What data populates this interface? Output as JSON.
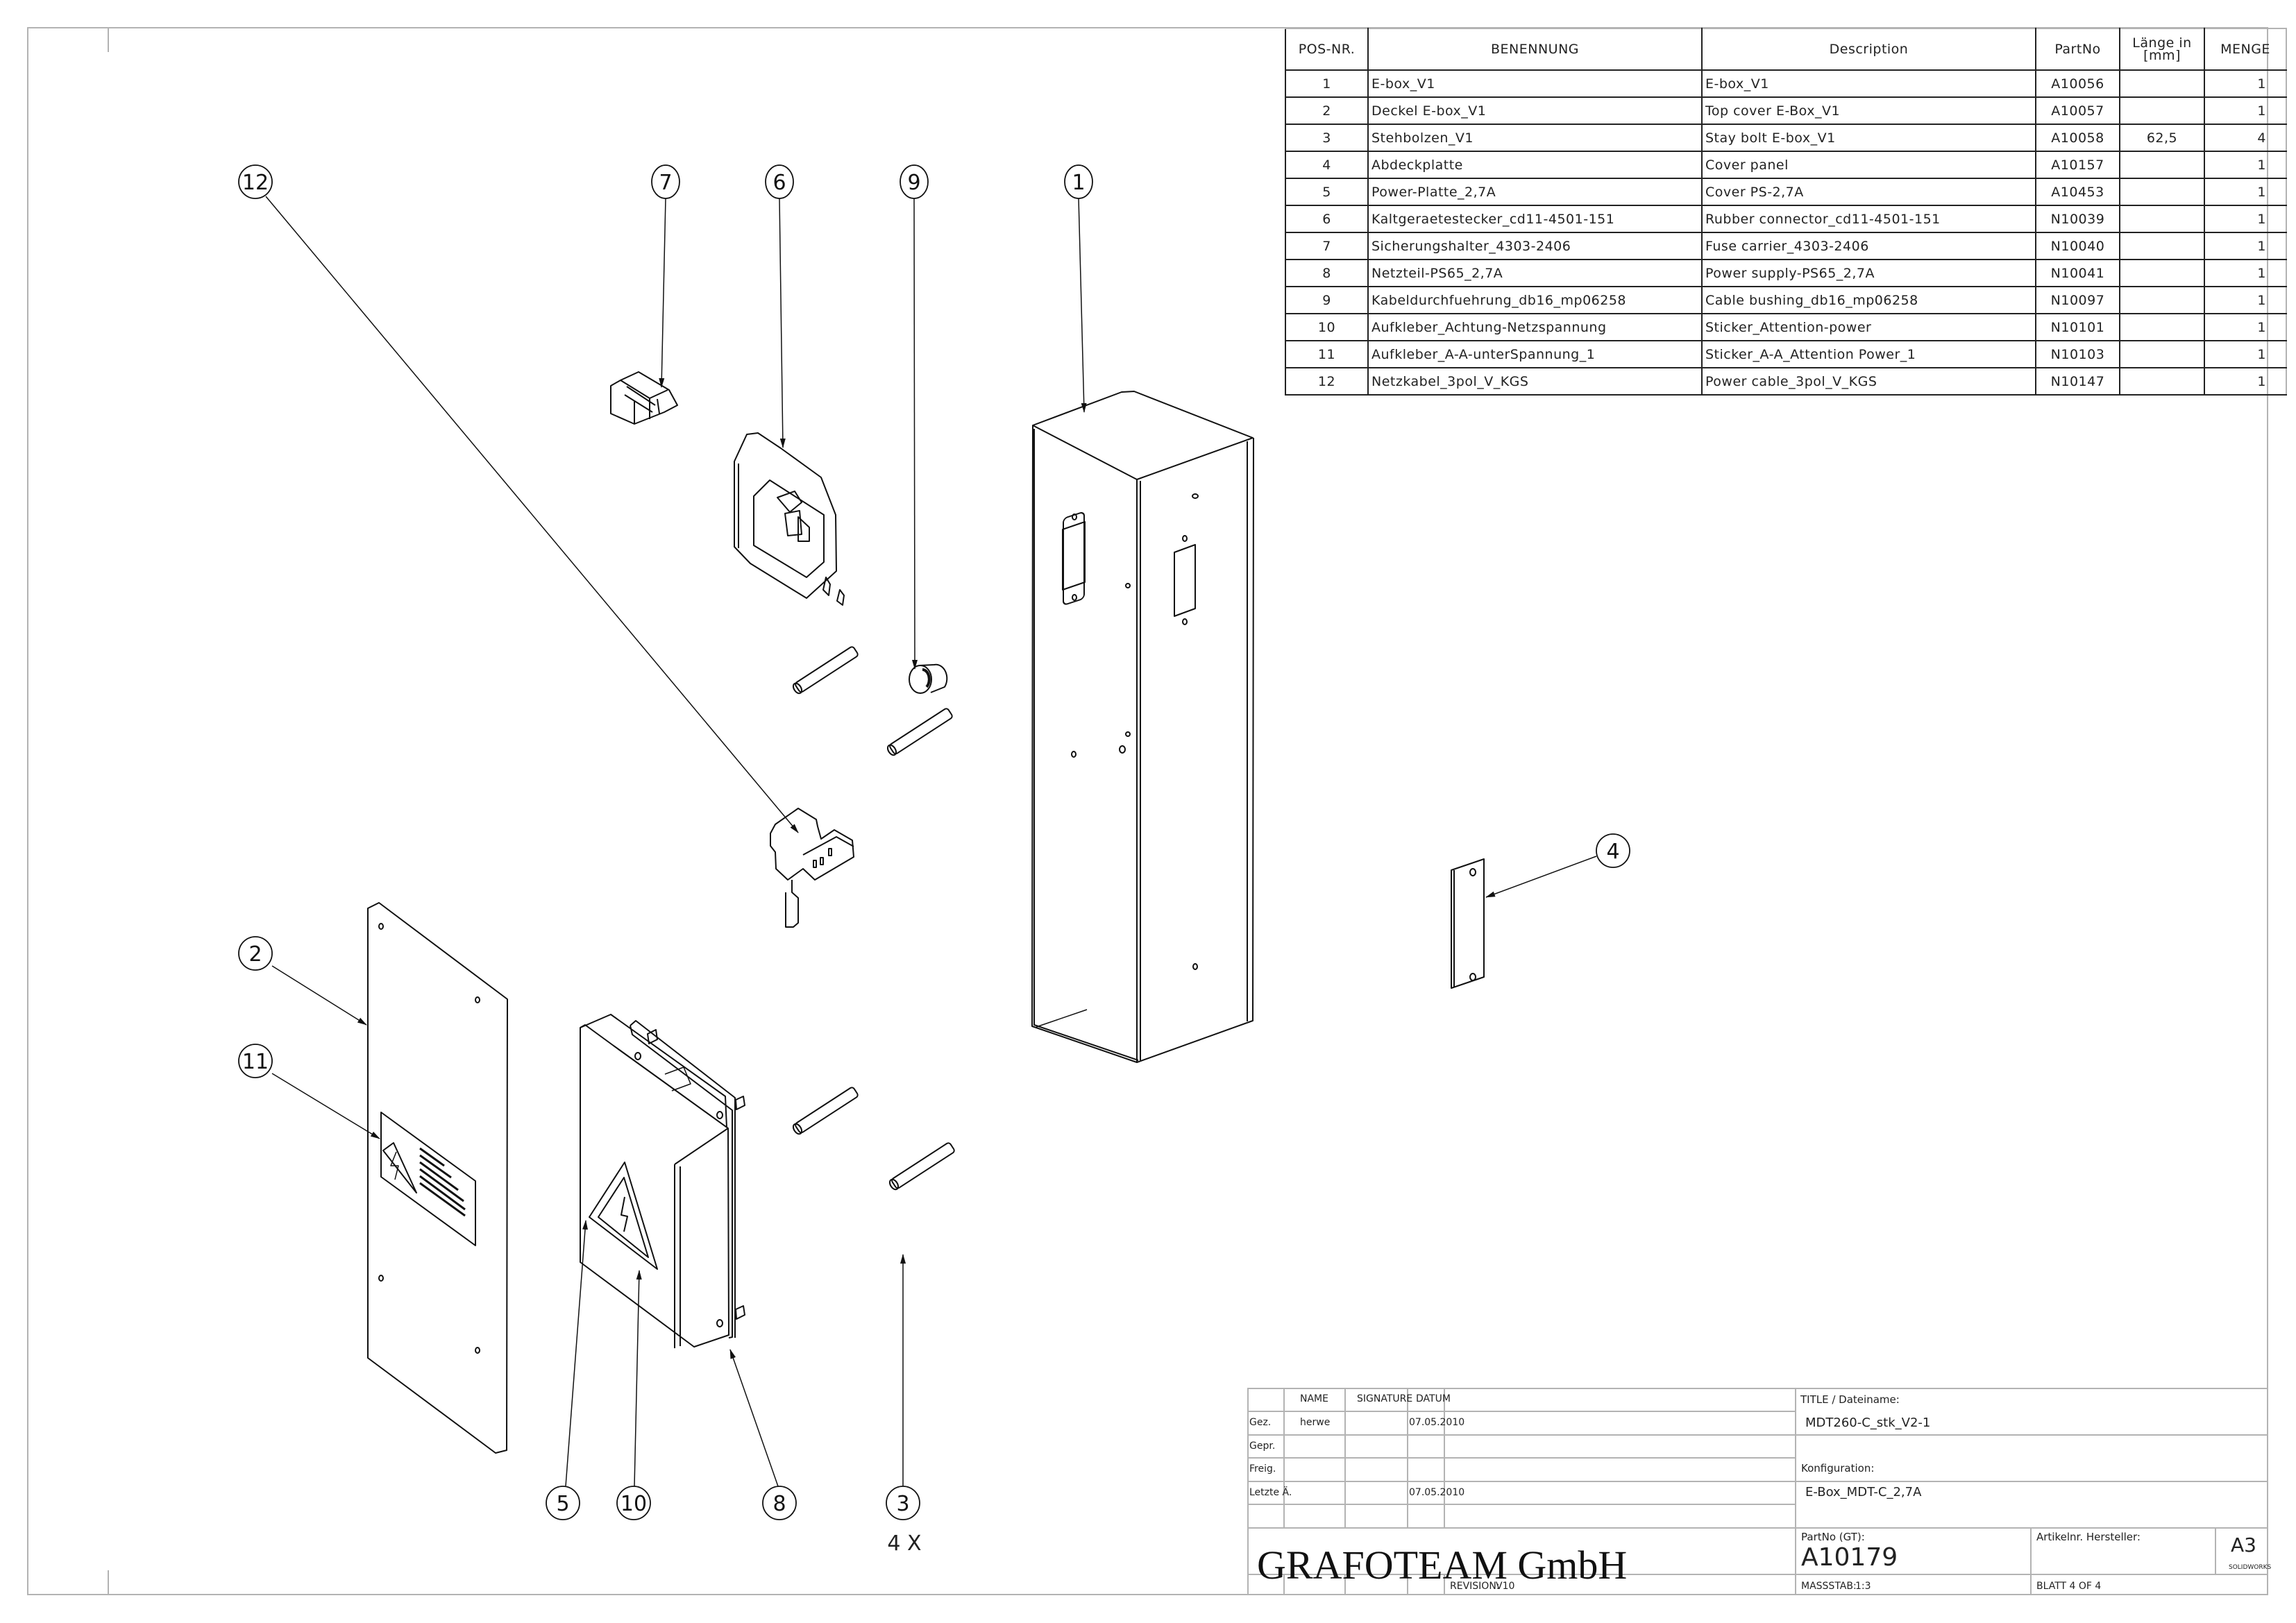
{
  "drawing": {
    "type": "exploded-assembly-view",
    "balloons": [
      {
        "id": "12",
        "label": "12"
      },
      {
        "id": "7",
        "label": "7"
      },
      {
        "id": "6",
        "label": "6"
      },
      {
        "id": "9",
        "label": "9"
      },
      {
        "id": "1",
        "label": "1"
      },
      {
        "id": "4",
        "label": "4"
      },
      {
        "id": "2",
        "label": "2"
      },
      {
        "id": "11",
        "label": "11"
      },
      {
        "id": "5",
        "label": "5"
      },
      {
        "id": "10",
        "label": "10"
      },
      {
        "id": "8",
        "label": "8"
      },
      {
        "id": "3",
        "label": "3"
      }
    ],
    "quantity_note": "4 X"
  },
  "bom": {
    "headers": {
      "pos": "POS-NR.",
      "benennung": "BENENNUNG",
      "description": "Description",
      "partno": "PartNo",
      "laenge_line1": "Länge in",
      "laenge_line2": "[mm]",
      "menge": "MENGE"
    },
    "rows": [
      {
        "pos": "1",
        "benennung": "E-box_V1",
        "description": "E-box_V1",
        "partno": "A10056",
        "laenge": "",
        "menge": "1"
      },
      {
        "pos": "2",
        "benennung": "Deckel E-box_V1",
        "description": "Top cover E-Box_V1",
        "partno": "A10057",
        "laenge": "",
        "menge": "1"
      },
      {
        "pos": "3",
        "benennung": "Stehbolzen_V1",
        "description": "Stay bolt E-box_V1",
        "partno": "A10058",
        "laenge": "62,5",
        "menge": "4"
      },
      {
        "pos": "4",
        "benennung": "Abdeckplatte",
        "description": "Cover panel",
        "partno": "A10157",
        "laenge": "",
        "menge": "1"
      },
      {
        "pos": "5",
        "benennung": "Power-Platte_2,7A",
        "description": "Cover PS-2,7A",
        "partno": "A10453",
        "laenge": "",
        "menge": "1"
      },
      {
        "pos": "6",
        "benennung": "Kaltgeraetestecker_cd11-4501-151",
        "description": "Rubber connector_cd11-4501-151",
        "partno": "N10039",
        "laenge": "",
        "menge": "1"
      },
      {
        "pos": "7",
        "benennung": "Sicherungshalter_4303-2406",
        "description": "Fuse carrier_4303-2406",
        "partno": "N10040",
        "laenge": "",
        "menge": "1"
      },
      {
        "pos": "8",
        "benennung": "Netzteil-PS65_2,7A",
        "description": "Power supply-PS65_2,7A",
        "partno": "N10041",
        "laenge": "",
        "menge": "1"
      },
      {
        "pos": "9",
        "benennung": "Kabeldurchfuehrung_db16_mp06258",
        "description": "Cable bushing_db16_mp06258",
        "partno": "N10097",
        "laenge": "",
        "menge": "1"
      },
      {
        "pos": "10",
        "benennung": "Aufkleber_Achtung-Netzspannung",
        "description": "Sticker_Attention-power",
        "partno": "N10101",
        "laenge": "",
        "menge": "1"
      },
      {
        "pos": "11",
        "benennung": "Aufkleber_A-A-unterSpannung_1",
        "description": "Sticker_A-A_Attention Power_1",
        "partno": "N10103",
        "laenge": "",
        "menge": "1"
      },
      {
        "pos": "12",
        "benennung": "Netzkabel_3pol_V_KGS",
        "description": "Power cable_3pol_V_KGS",
        "partno": "N10147",
        "laenge": "",
        "menge": "1"
      }
    ]
  },
  "title_block": {
    "col_name": "NAME",
    "col_signature": "SIGNATURE",
    "col_datum": "DATUM",
    "rows": [
      {
        "label": "Gez.",
        "name": "herwe",
        "datum": "07.05.2010"
      },
      {
        "label": "Gepr.",
        "name": "",
        "datum": ""
      },
      {
        "label": "Freig.",
        "name": "",
        "datum": ""
      },
      {
        "label": "Letzte Ä.",
        "name": "",
        "datum": "07.05.2010"
      }
    ],
    "company": "GRAFOTEAM GmbH",
    "revision_label": "REVISION:",
    "revision_value": "V10",
    "title_label": "TITLE / Dateiname:",
    "title_value": "MDT260-C_stk_V2-1",
    "config_label": "Konfiguration:",
    "config_value": "E-Box_MDT-C_2,7A",
    "partno_label": "PartNo (GT):",
    "partno_value": "A10179",
    "manufacturer_label": "Artikelnr. Hersteller:",
    "manufacturer_value": "",
    "sheet_size": "A3",
    "software": "SOLIDWORKS",
    "scale_label": "MASSSTAB:",
    "scale_value": "1:3",
    "sheet_label": "BLATT 4 OF 4"
  }
}
